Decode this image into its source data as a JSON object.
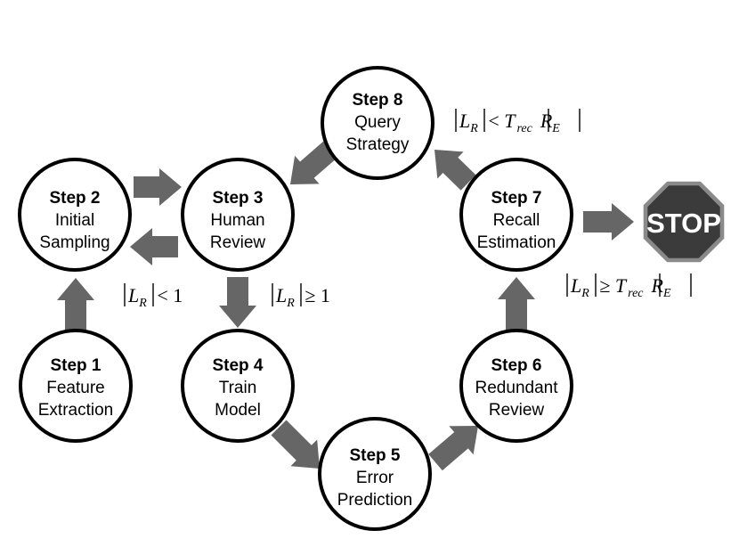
{
  "steps": {
    "s1": {
      "title": "Step 1",
      "line1": "Feature",
      "line2": "Extraction"
    },
    "s2": {
      "title": "Step 2",
      "line1": "Initial",
      "line2": "Sampling"
    },
    "s3": {
      "title": "Step 3",
      "line1": "Human",
      "line2": "Review"
    },
    "s4": {
      "title": "Step 4",
      "line1": "Train",
      "line2": "Model"
    },
    "s5": {
      "title": "Step 5",
      "line1": "Error",
      "line2": "Prediction"
    },
    "s6": {
      "title": "Step 6",
      "line1": "Redundant",
      "line2": "Review"
    },
    "s7": {
      "title": "Step 7",
      "line1": "Recall",
      "line2": "Estimation"
    },
    "s8": {
      "title": "Step 8",
      "line1": "Query",
      "line2": "Strategy"
    }
  },
  "stop_sign": {
    "label": "STOP"
  },
  "conditions": {
    "lr_lt_1": {
      "lhs": "L",
      "lhs_sub": "R",
      "op": " < 1"
    },
    "lr_ge_1": {
      "lhs": "L",
      "lhs_sub": "R",
      "op": " ≥ 1"
    },
    "lr_lt_trec": {
      "lhs": "L",
      "lhs_sub": "R",
      "op": " < ",
      "t": "T",
      "t_sub": "rec",
      "rhs": "R",
      "rhs_sub": "E"
    },
    "lr_ge_trec": {
      "lhs": "L",
      "lhs_sub": "R",
      "op": " ≥ ",
      "t": "T",
      "t_sub": "rec",
      "rhs": "R",
      "rhs_sub": "E"
    }
  },
  "colors": {
    "arrow": "#666666",
    "circle_stroke": "#000000",
    "stop_fill": "#3b3b3b",
    "stop_border": "#8a8a8a"
  }
}
